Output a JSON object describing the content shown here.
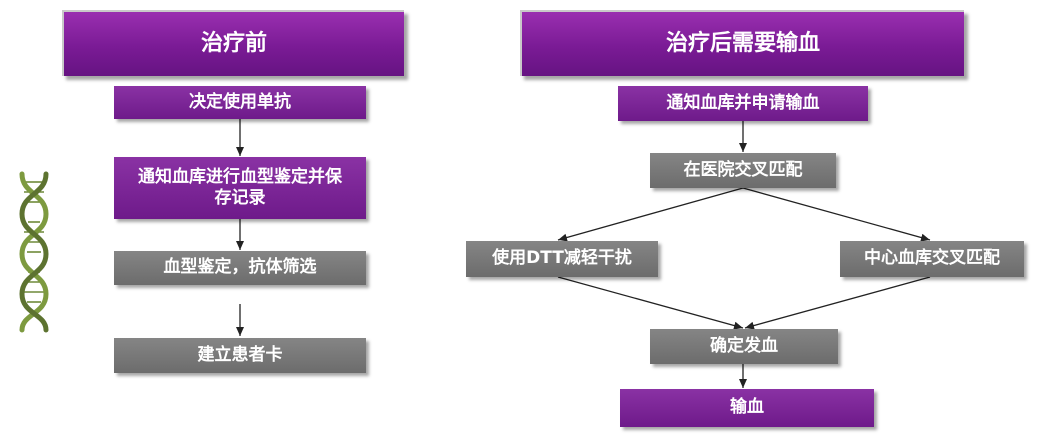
{
  "left_panel": {
    "header": "治疗前",
    "steps": {
      "decide_blood_use": "决定使用单抗",
      "notify_blood_bank": "通知血库进行血型鉴定并保存记录",
      "typing_screening": "血型鉴定，抗体筛选",
      "patient_card": "建立患者卡"
    }
  },
  "right_panel": {
    "header": "治疗后需要输血",
    "steps": {
      "notify_request": "通知血库并申请输血",
      "crossmatch_hospital": "在医院交叉匹配",
      "use_dtt": "使用DTT减轻干扰",
      "central_crossmatch": "中心血库交叉匹配",
      "confirm_issue": "确定发血",
      "transfusion": "输血"
    }
  },
  "colors": {
    "purple": "#7a1b95",
    "gray": "#7a7a7a",
    "arrow": "#222222"
  },
  "icons": {
    "left_decoration": "dna-helix-icon"
  }
}
